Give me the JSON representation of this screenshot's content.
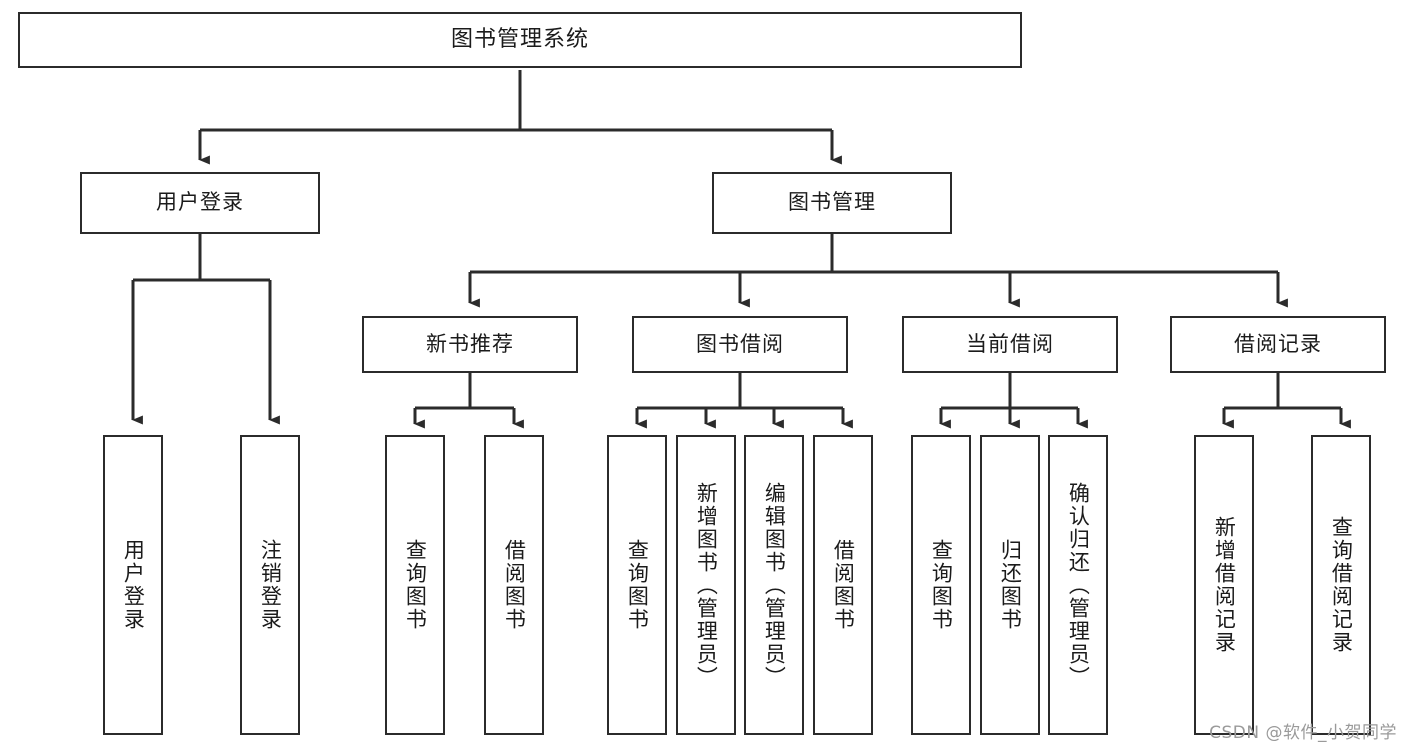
{
  "diagram": {
    "title": "图书管理系统",
    "type": "tree",
    "orientation": "top-down",
    "background_color": "#ffffff",
    "line_color": "#2b2b2b",
    "text_color": "#1b1b1b"
  },
  "nodes": {
    "root": {
      "label": "图书管理系统",
      "level": 0,
      "text_orientation": "horizontal"
    },
    "l1": [
      {
        "id": "user-login",
        "label": "用户登录",
        "level": 1,
        "text_orientation": "horizontal"
      },
      {
        "id": "book-manage",
        "label": "图书管理",
        "level": 1,
        "text_orientation": "horizontal"
      }
    ],
    "l2": [
      {
        "id": "new-book-recommend",
        "label": "新书推荐",
        "level": 2,
        "text_orientation": "horizontal",
        "parent": "book-manage"
      },
      {
        "id": "book-borrow",
        "label": "图书借阅",
        "level": 2,
        "text_orientation": "horizontal",
        "parent": "book-manage"
      },
      {
        "id": "current-borrow",
        "label": "当前借阅",
        "level": 2,
        "text_orientation": "horizontal",
        "parent": "book-manage"
      },
      {
        "id": "borrow-record",
        "label": "借阅记录",
        "level": 2,
        "text_orientation": "horizontal",
        "parent": "book-manage"
      }
    ],
    "leaves": [
      {
        "id": "leaf-user-login",
        "label": "用户登录",
        "parent": "user-login",
        "text_orientation": "vertical"
      },
      {
        "id": "leaf-user-logout",
        "label": "注销登录",
        "parent": "user-login",
        "text_orientation": "vertical"
      },
      {
        "id": "leaf-query-book-1",
        "label": "查询图书",
        "parent": "new-book-recommend",
        "text_orientation": "vertical"
      },
      {
        "id": "leaf-borrow-book-1",
        "label": "借阅图书",
        "parent": "new-book-recommend",
        "text_orientation": "vertical"
      },
      {
        "id": "leaf-query-book-2",
        "label": "查询图书",
        "parent": "book-borrow",
        "text_orientation": "vertical"
      },
      {
        "id": "leaf-add-book",
        "label": "新增图书（管理员）",
        "parent": "book-borrow",
        "text_orientation": "vertical"
      },
      {
        "id": "leaf-edit-book",
        "label": "编辑图书（管理员）",
        "parent": "book-borrow",
        "text_orientation": "vertical"
      },
      {
        "id": "leaf-borrow-book-2",
        "label": "借阅图书",
        "parent": "book-borrow",
        "text_orientation": "vertical"
      },
      {
        "id": "leaf-query-book-3",
        "label": "查询图书",
        "parent": "current-borrow",
        "text_orientation": "vertical"
      },
      {
        "id": "leaf-return-book",
        "label": "归还图书",
        "parent": "current-borrow",
        "text_orientation": "vertical"
      },
      {
        "id": "leaf-confirm-return",
        "label": "确认归还（管理员）",
        "parent": "current-borrow",
        "text_orientation": "vertical"
      },
      {
        "id": "leaf-add-record",
        "label": "新增借阅记录",
        "parent": "borrow-record",
        "text_orientation": "vertical"
      },
      {
        "id": "leaf-query-record",
        "label": "查询借阅记录",
        "parent": "borrow-record",
        "text_orientation": "vertical"
      }
    ]
  },
  "watermark": {
    "text": "CSDN @软件_小贺同学"
  }
}
